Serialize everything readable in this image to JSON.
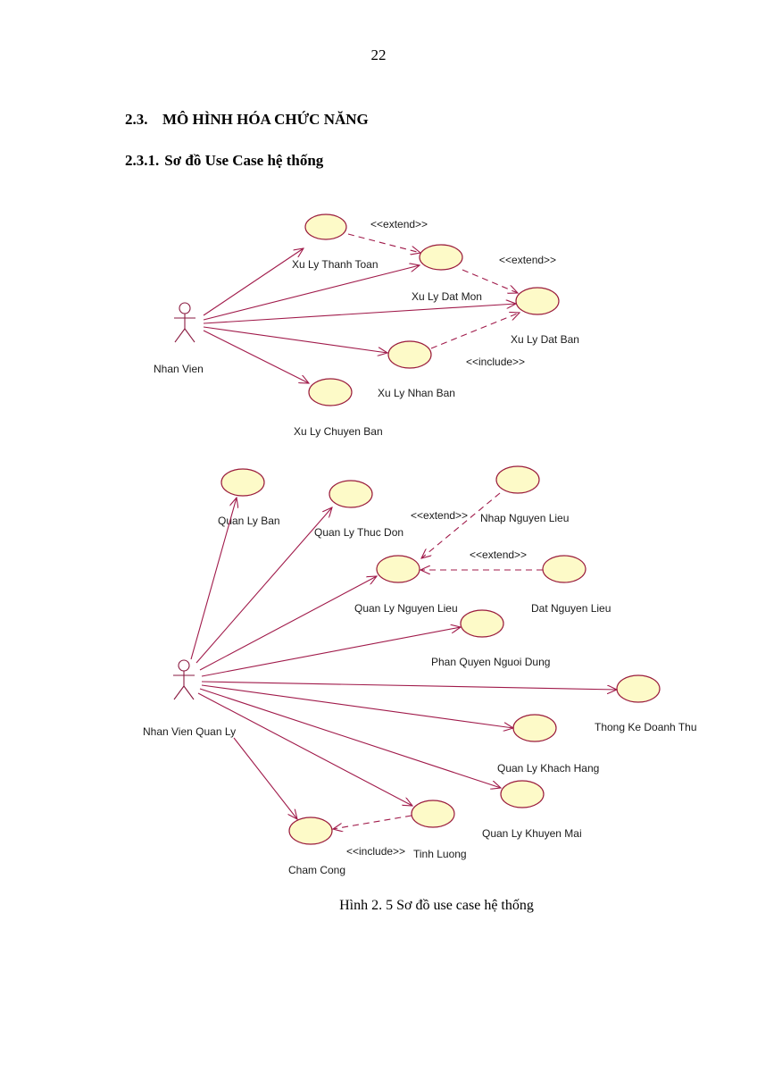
{
  "page_number": "22",
  "section": {
    "number": "2.3.",
    "title": "MÔ HÌNH HÓA CHỨC NĂNG"
  },
  "subsection": {
    "number": "2.3.1.",
    "title": "Sơ đồ Use Case hệ thống"
  },
  "diagram": {
    "actors": {
      "a1": "Nhan Vien",
      "a2": "Nhan Vien Quan Ly"
    },
    "use_cases": {
      "thanh_toan": "Xu Ly Thanh Toan",
      "dat_mon": "Xu Ly Dat Mon",
      "dat_ban": "Xu Ly Dat Ban",
      "nhan_ban": "Xu Ly Nhan Ban",
      "chuyen_ban": "Xu Ly Chuyen Ban",
      "quan_ly_ban": "Quan Ly Ban",
      "thuc_don": "Quan Ly Thuc Don",
      "nhap_nl": "Nhap Nguyen Lieu",
      "quan_ly_nl": "Quan Ly Nguyen Lieu",
      "dat_nl": "Dat Nguyen Lieu",
      "phan_quyen": "Phan Quyen Nguoi Dung",
      "thong_ke": "Thong Ke Doanh Thu",
      "khach_hang": "Quan Ly Khach Hang",
      "khuyen_mai": "Quan Ly Khuyen Mai",
      "tinh_luong": "Tinh Luong",
      "cham_cong": "Cham Cong"
    },
    "stereotypes": {
      "extend": "<<extend>>",
      "include": "<<include>>"
    }
  },
  "caption": "Hình 2. 5 Sơ đồ use case hệ thống"
}
